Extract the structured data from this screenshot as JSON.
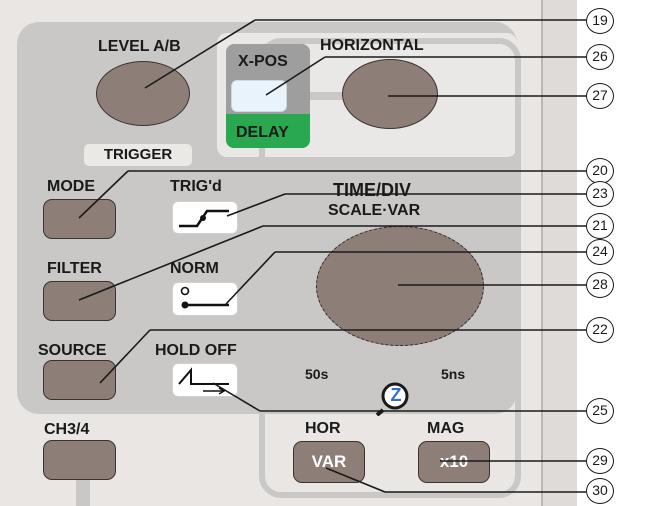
{
  "labels": {
    "level_ab": "LEVEL A/B",
    "trigger": "TRIGGER",
    "mode": "MODE",
    "trigd": "TRIG'd",
    "filter": "FILTER",
    "norm": "NORM",
    "source": "SOURCE",
    "hold_off": "HOLD OFF",
    "ch34": "CH3/4",
    "x_pos": "X-POS",
    "delay": "DELAY",
    "horizontal": "HORIZONTAL",
    "time_div": "TIME/DIV",
    "scale_var": "SCALE·VAR",
    "range_min": "50s",
    "range_max": "5ns",
    "hor": "HOR",
    "var": "VAR",
    "mag": "MAG",
    "x10": "x10",
    "zoom_icon_letter": "Z"
  },
  "callouts": {
    "c19": "19",
    "c20": "20",
    "c21": "21",
    "c22": "22",
    "c23": "23",
    "c24": "24",
    "c25": "25",
    "c26": "26",
    "c27": "27",
    "c28": "28",
    "c29": "29",
    "c30": "30"
  },
  "colors": {
    "panel": "#e9e6e3",
    "trigger_panel": "#c9c8c7",
    "knob": "#8d7f78",
    "delay_green": "#2aa84f",
    "xpos_gray": "#9e9e9e",
    "zoom_blue": "#2f6fd6"
  }
}
